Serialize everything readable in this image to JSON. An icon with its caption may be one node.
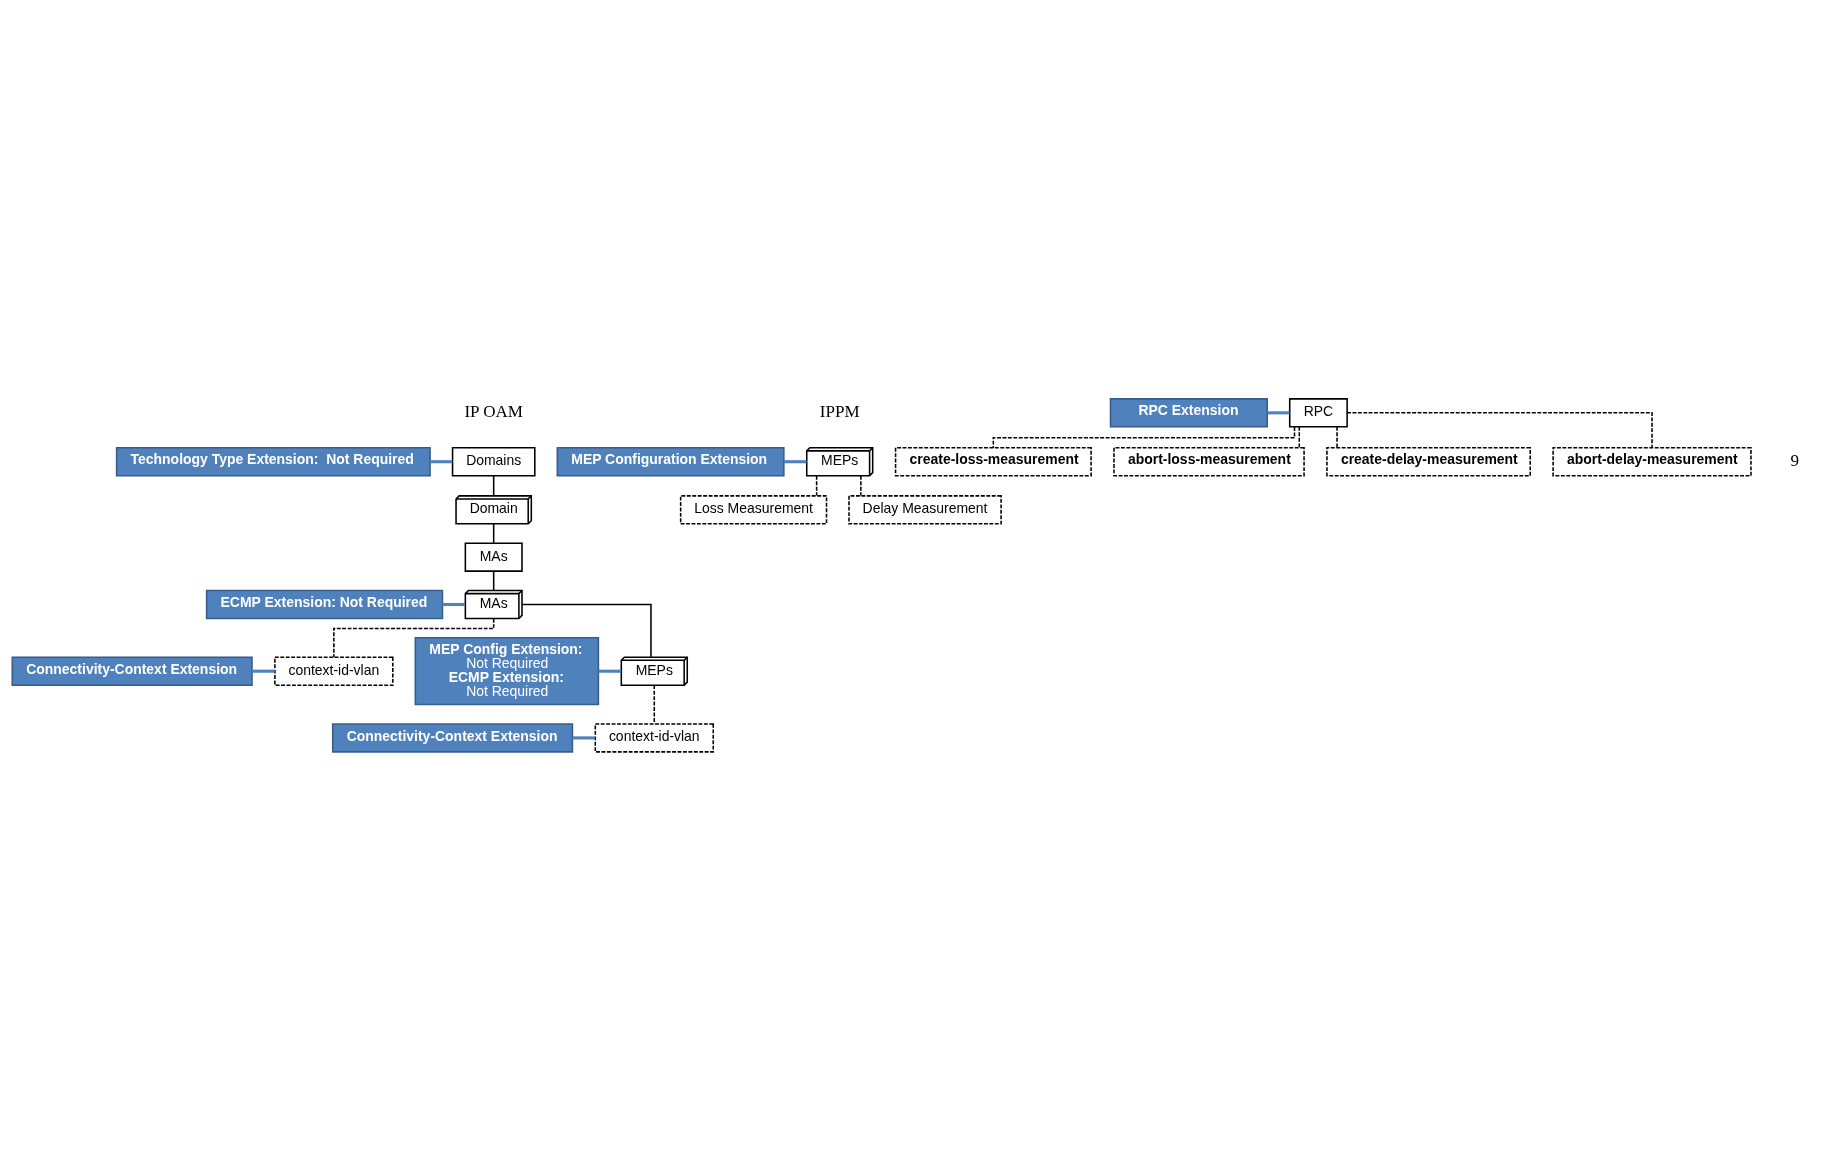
{
  "diagram": {
    "nodes": [
      {
        "text": [
          "Domains"
        ]
      },
      {
        "text": [
          "Technology Type Extension:  Not Required"
        ]
      },
      {
        "text": [
          "Domain"
        ]
      },
      {
        "text": [
          "MAs"
        ]
      },
      {
        "text": [
          "ECMP Extension: Not Required"
        ]
      },
      {
        "text": [
          "MAs"
        ]
      },
      {
        "text": [
          "Connectivity-Context Extension"
        ]
      },
      {
        "text": [
          "context-id-vlan"
        ]
      },
      {
        "text": [
          "MEPs"
        ]
      },
      {
        "text": [
          "MEP Config Extension:",
          "Not Required",
          "ECMP Extension:",
          "Not Required"
        ]
      },
      {
        "text": [
          "context-id-vlan"
        ]
      },
      {
        "text": [
          "Connectivity-Context Extension"
        ]
      },
      {
        "text": [
          "MEPs"
        ]
      },
      {
        "text": [
          "MEP Configuration Extension"
        ]
      },
      {
        "text": [
          "Loss Measurement"
        ]
      },
      {
        "text": [
          "Delay Measurement"
        ]
      },
      {
        "text": [
          "RPC"
        ]
      },
      {
        "text": [
          "RPC Extension"
        ]
      },
      {
        "text": [
          "create-loss-measurement"
        ]
      },
      {
        "text": [
          "abort-loss-measurement"
        ]
      },
      {
        "text": [
          "create-delay-measurement"
        ]
      },
      {
        "text": [
          "abort-delay-measurement"
        ]
      }
    ],
    "edges": [
      {
        "from": 0,
        "to": 2,
        "arrow": "none"
      },
      {
        "from": 1,
        "to": 0,
        "arrow": "none",
        "color": "#4f81bd"
      },
      {
        "from": 2,
        "to": 3,
        "arrow": "none"
      },
      {
        "from": 3,
        "to": 5,
        "arrow": "none"
      },
      {
        "from": 4,
        "to": 5,
        "arrow": "none",
        "color": "#4f81bd"
      },
      {
        "from": 5,
        "to": 7,
        "arrow": "none",
        "style": "dashed"
      },
      {
        "from": 6,
        "to": 7,
        "arrow": "none",
        "color": "#4f81bd"
      },
      {
        "from": 5,
        "to": 8,
        "arrow": "none"
      },
      {
        "from": 9,
        "to": 8,
        "arrow": "none",
        "color": "#4f81bd"
      },
      {
        "from": 8,
        "to": 10,
        "arrow": "none",
        "style": "dashed"
      },
      {
        "from": 11,
        "to": 10,
        "arrow": "none",
        "color": "#4f81bd"
      },
      {
        "from": 13,
        "to": 12,
        "arrow": "none",
        "color": "#4f81bd"
      },
      {
        "from": 12,
        "to": 14,
        "arrow": "none",
        "style": "dashed"
      },
      {
        "from": 12,
        "to": 15,
        "arrow": "none",
        "style": "dashed"
      },
      {
        "from": 17,
        "to": 16,
        "arrow": "none",
        "color": "#4f81bd"
      },
      {
        "from": 16,
        "to": 18,
        "arrow": "none",
        "style": "dashed"
      },
      {
        "from": 16,
        "to": 19,
        "arrow": "none",
        "style": "dashed"
      },
      {
        "from": 16,
        "to": 20,
        "arrow": "none",
        "style": "dashed"
      },
      {
        "from": 16,
        "to": 21,
        "arrow": "none",
        "style": "dashed"
      }
    ],
    "labels": [
      "IP OAM",
      "IPPM",
      "9"
    ]
  }
}
